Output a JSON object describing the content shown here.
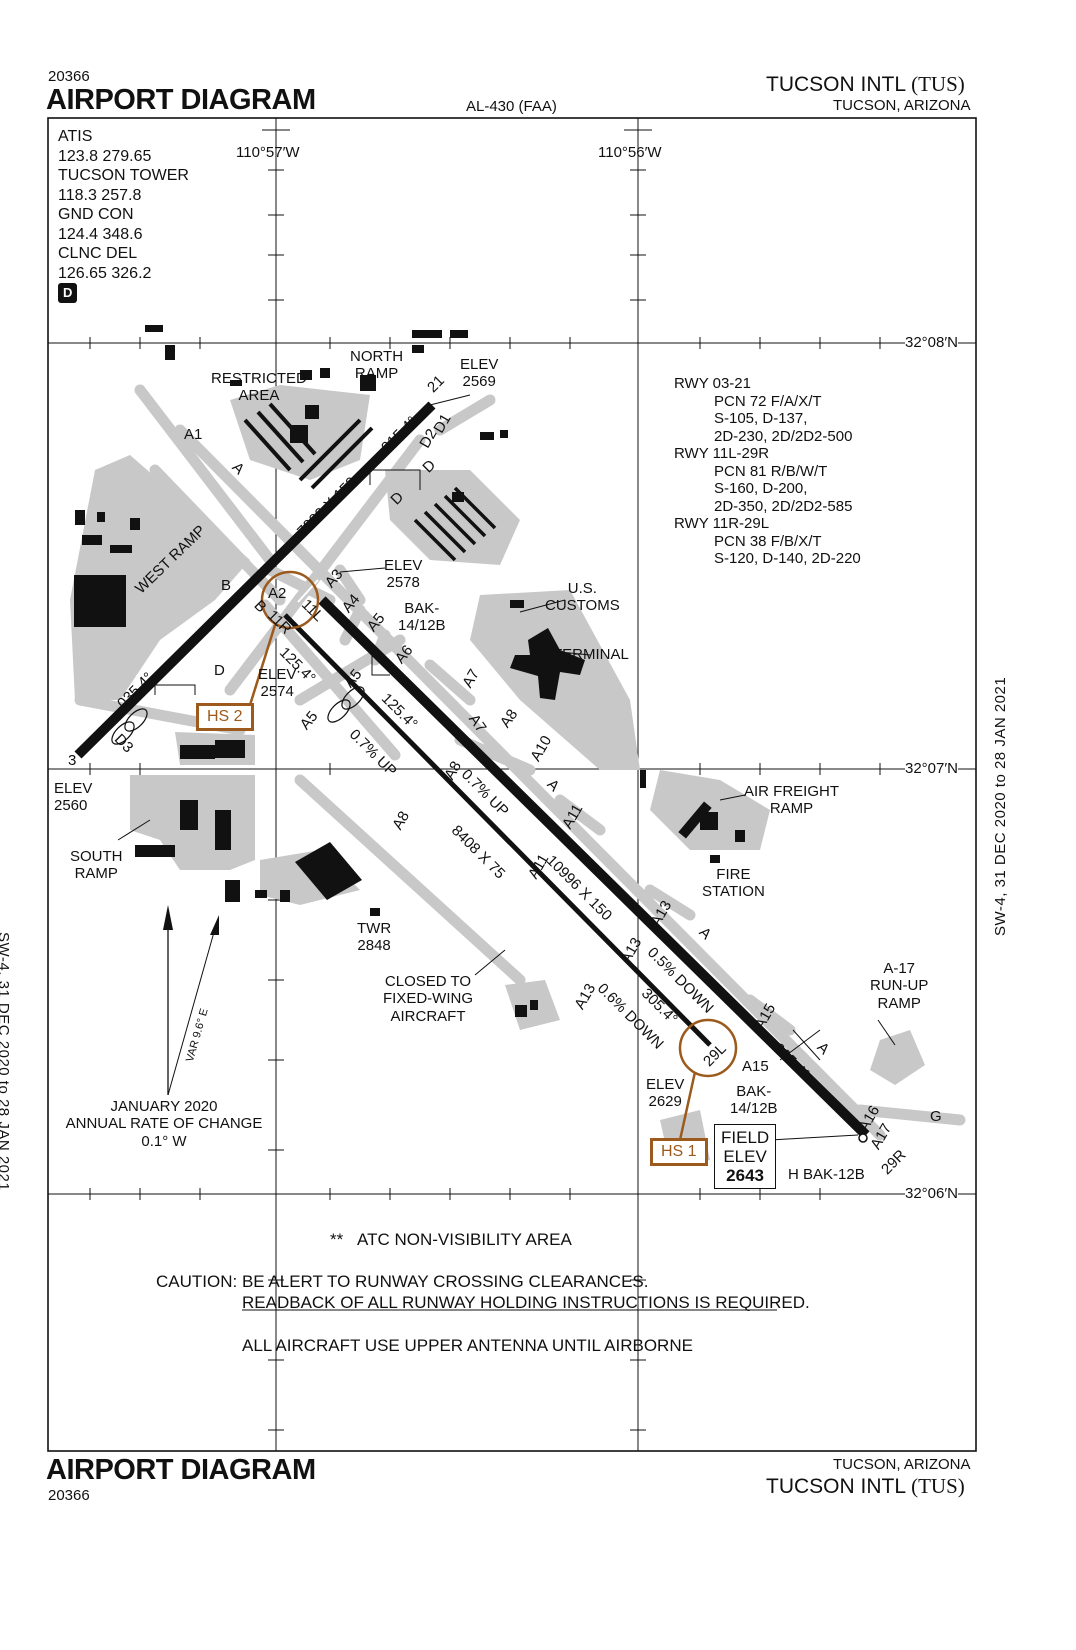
{
  "header": {
    "vol": "20366",
    "title": "AIRPORT DIAGRAM",
    "procedure": "AL-430 (FAA)",
    "airport": "TUCSON INTL",
    "ident": "(TUS)",
    "city": "TUCSON, ARIZONA"
  },
  "footer": {
    "title": "AIRPORT DIAGRAM",
    "vol": "20366",
    "city": "TUCSON, ARIZONA",
    "airport": "TUCSON INTL",
    "ident": "(TUS)"
  },
  "cycle_left": "SW-4, 31 DEC 2020 to 28 JAN 2021",
  "cycle_right": "SW-4, 31 DEC 2020 to 28 JAN 2021",
  "frequencies": {
    "atis_label": "ATIS",
    "atis": "123.8 279.65",
    "tower_label": "TUCSON TOWER",
    "tower": "118.3 257.8",
    "gnd_label": "GND CON",
    "gnd": "124.4 348.6",
    "clnc_label": "CLNC DEL",
    "clnc": "126.65 326.2",
    "badge": "D"
  },
  "grid": {
    "lon1": "110°57′W",
    "lon2": "110°56′W",
    "lat1": "32°08′N",
    "lat2": "32°07′N",
    "lat3": "32°06′N"
  },
  "pcn": [
    "RWY 03-21",
    "PCN 72 F/A/X/T",
    "S-105, D-137,",
    "2D-230, 2D/2D2-500",
    "RWY 11L-29R",
    "PCN 81 R/B/W/T",
    "S-160, D-200,",
    "2D-350, 2D/2D2-585",
    "RWY 11R-29L",
    "PCN 38 F/B/X/T",
    "S-120, D-140, 2D-220"
  ],
  "labels": {
    "restricted": "RESTRICTED",
    "area": "AREA",
    "north": "NORTH",
    "ramp": "RAMP",
    "elev_ne": "ELEV",
    "elev_ne_val": "2569",
    "elev_a3": "ELEV",
    "elev_a3_val": "2578",
    "bak1": "BAK-",
    "bak1_val": "14/12B",
    "us": "U.S.",
    "customs": "CUSTOMS",
    "terminal": "TERMINAL",
    "west_ramp": "WEST RAMP",
    "elev_mid": "ELEV",
    "elev_mid_val": "2574",
    "elev_sw": "ELEV",
    "elev_sw_val": "2560",
    "south": "SOUTH",
    "south_ramp": "RAMP",
    "air_freight": "AIR FREIGHT",
    "air_freight_ramp": "RAMP",
    "fire": "FIRE",
    "station": "STATION",
    "twr": "TWR",
    "twr_val": "2848",
    "closed1": "CLOSED TO",
    "closed2": "FIXED-WING",
    "closed3": "AIRCRAFT",
    "a17_1": "A-17",
    "a17_2": "RUN-UP",
    "a17_3": "RAMP",
    "elev_29l": "ELEV",
    "elev_29l_val": "2629",
    "bak2": "BAK-",
    "bak2_val": "14/12B",
    "field1": "FIELD",
    "field2": "ELEV",
    "field3": "2643",
    "hbak": "H BAK-12B",
    "hs1": "HS 1",
    "hs2": "HS 2",
    "var": "VAR 9.6° E",
    "rate1": "JANUARY 2020",
    "rate2": "ANNUAL RATE OF CHANGE",
    "rate3": "0.1° W"
  },
  "runway_labels": {
    "r0321": "7000 X 150",
    "r11l": "10996 X 150",
    "r11r": "8408 X 75",
    "hdg_215": "215.4°",
    "hdg_035": "035.4°",
    "hdg_125a": "125.4°",
    "hdg_125b": "125.4°",
    "hdg_305a": "305.4°",
    "hdg_305b": "305.4°",
    "up1": "0.7% UP",
    "up2": "0.7% UP",
    "down1": "0.5% DOWN",
    "down2": "0.6% DOWN",
    "end3": "3",
    "end21": "21",
    "end11l": "11L",
    "end11r": "11R",
    "end29l": "29L",
    "end29r": "29R"
  },
  "taxiways": [
    "A1",
    "A",
    "A2",
    "A3",
    "A4",
    "A5",
    "A5",
    "A6",
    "A7",
    "A7",
    "A8",
    "A8",
    "A8",
    "A10",
    "A11",
    "A11",
    "A13",
    "A13",
    "A13",
    "A15",
    "A15",
    "A16",
    "A17",
    "A",
    "A",
    "A",
    "B",
    "B",
    "D",
    "D",
    "D",
    "D1",
    "D2",
    "D3",
    "G",
    "A5"
  ],
  "notes": {
    "atc": "ATC NON-VISIBILITY AREA",
    "atc_mark": "**",
    "caution1": "CAUTION: BE ALERT TO RUNWAY CROSSING CLEARANCES.",
    "caution2": "READBACK OF ALL RUNWAY HOLDING INSTRUCTIONS IS REQUIRED.",
    "antenna": "ALL AIRCRAFT USE UPPER ANTENNA UNTIL AIRBORNE"
  },
  "colors": {
    "hotspot": "#9c5a1c",
    "pavement": "#c8c8c8",
    "ink": "#111111"
  }
}
